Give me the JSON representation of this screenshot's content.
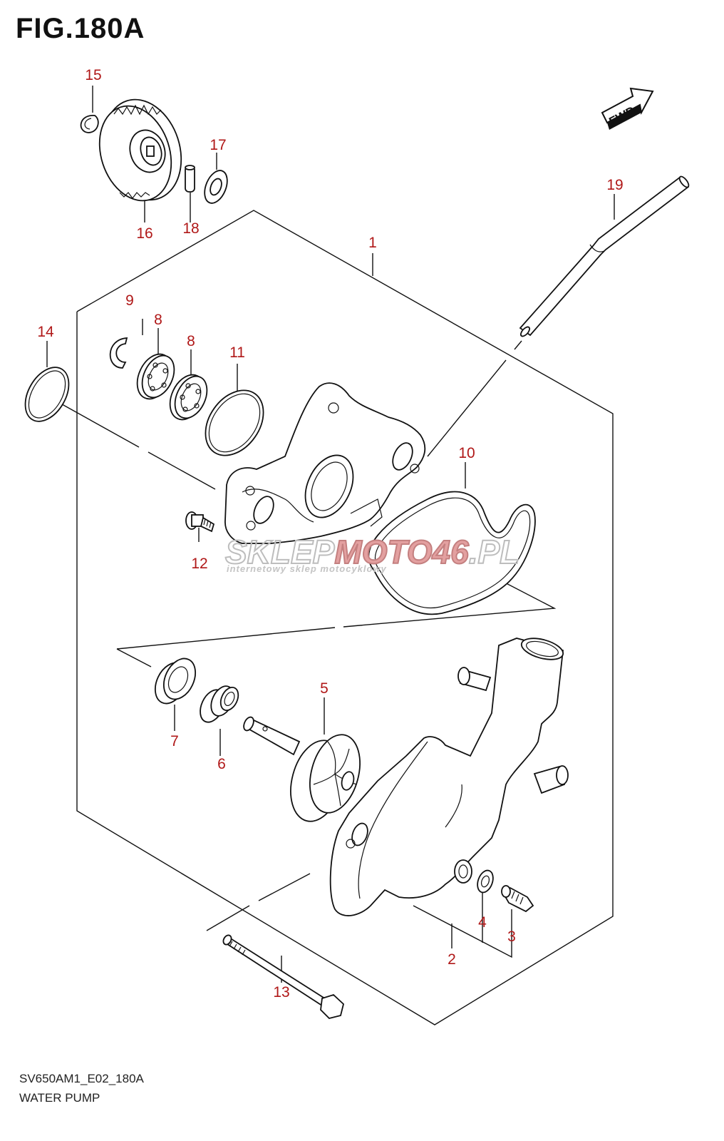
{
  "figure": {
    "title": "FIG.180A"
  },
  "footer": {
    "code": "SV650AM1_E02_180A",
    "name": "WATER PUMP"
  },
  "direction": {
    "label": "FWD"
  },
  "watermark": {
    "brand_prefix": "SKLEP",
    "brand_highlight": "MOTO46",
    "brand_suffix": ".PL",
    "tagline": "internetowy sklep motocyklowy"
  },
  "callouts": {
    "c1": "1",
    "c2": "2",
    "c3": "3",
    "c4": "4",
    "c5": "5",
    "c6": "6",
    "c7": "7",
    "c8a": "8",
    "c8b": "8",
    "c9": "9",
    "c10": "10",
    "c11": "11",
    "c12": "12",
    "c13": "13",
    "c14": "14",
    "c15": "15",
    "c16": "16",
    "c17": "17",
    "c18": "18",
    "c19": "19"
  },
  "colors": {
    "callout": "#b01818",
    "line": "#111111",
    "watermark": "#bdbdbd",
    "watermark_accent": "#e3a0a0"
  }
}
